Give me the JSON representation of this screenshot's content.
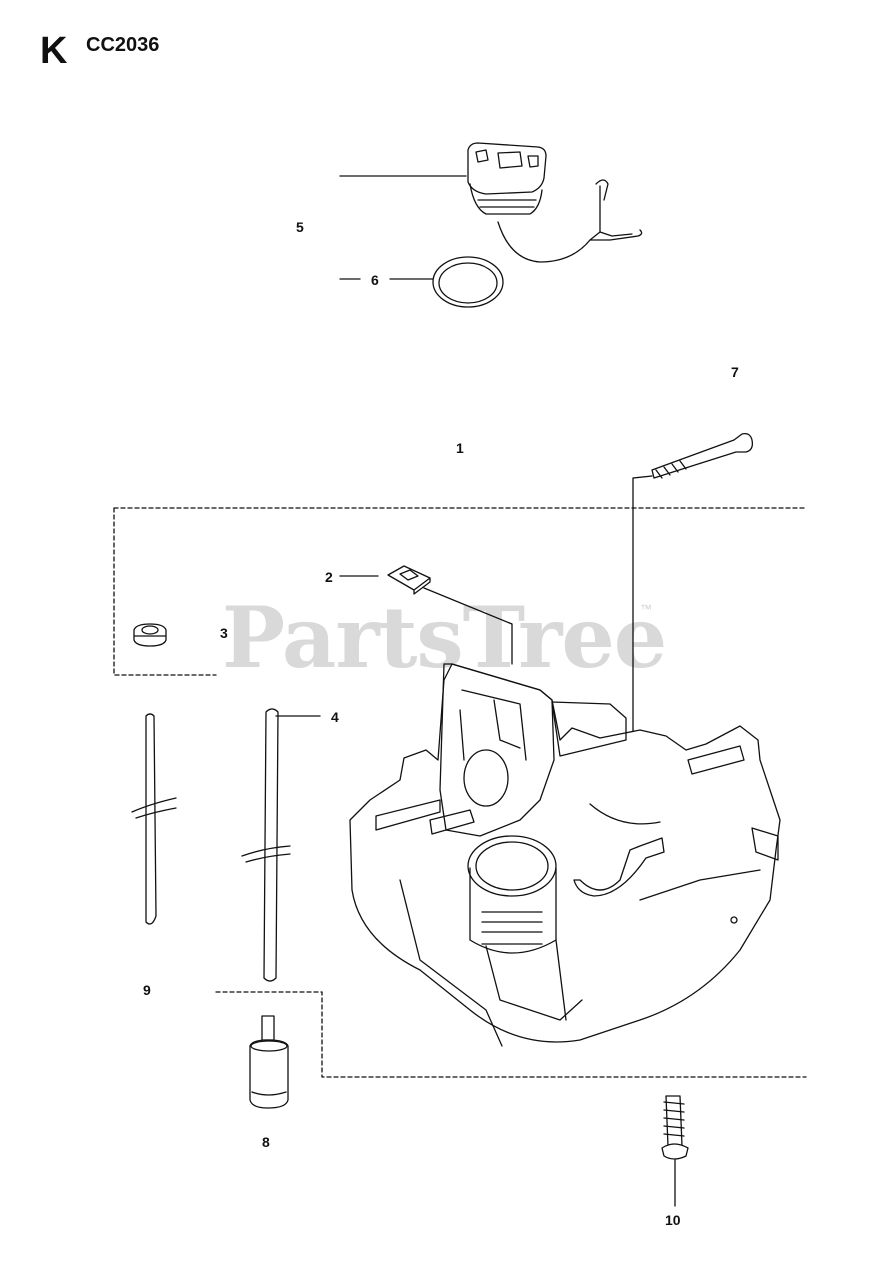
{
  "header": {
    "section_letter": "K",
    "model": "CC2036"
  },
  "callouts": {
    "c1": "1",
    "c2": "2",
    "c3": "3",
    "c4": "4",
    "c5": "5",
    "c6": "6",
    "c7": "7",
    "c8": "8",
    "c9": "9",
    "c10": "10"
  },
  "watermark": {
    "text": "PartsTree",
    "tm": "™"
  }
}
